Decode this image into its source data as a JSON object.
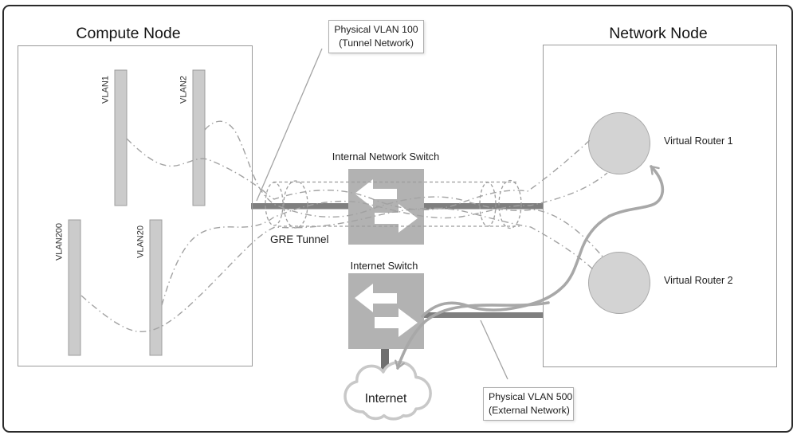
{
  "compute_node": {
    "title": "Compute Node",
    "vlans": [
      "VLAN1",
      "VLAN2",
      "VLAN200",
      "VLAN20"
    ]
  },
  "network_node": {
    "title": "Network Node",
    "routers": [
      "Virtual Router 1",
      "Virtual Router 2"
    ]
  },
  "switches": {
    "internal_label": "Internal Network Switch",
    "internet_label": "Internet Switch"
  },
  "tunnel": {
    "label": "GRE Tunnel"
  },
  "internet": {
    "label": "Internet"
  },
  "callouts": {
    "vlan100_line1": "Physical VLAN 100",
    "vlan100_line2": "(Tunnel Network)",
    "vlan500_line1": "Physical VLAN 500",
    "vlan500_line2": "(External Network)"
  },
  "colors": {
    "switch_fill": "#b2b2b2",
    "physical_bar": "#7f7f7f",
    "router_fill": "#d3d3d3",
    "vlan_bar_fill": "#cbcbcb",
    "dash_line": "#a2a2a2",
    "thick_arrow": "#a8a8a8",
    "cloud_stroke": "#c8c8c8",
    "frame_border": "#2a2a2a"
  }
}
